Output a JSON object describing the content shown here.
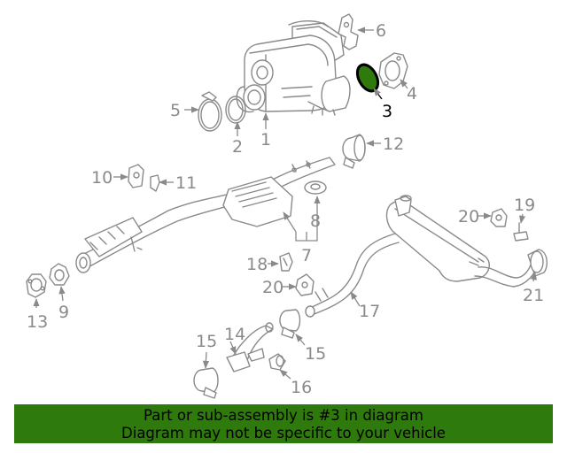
{
  "highlight": {
    "part": "3",
    "color": "#2f7a0c"
  },
  "callouts": [
    "1",
    "2",
    "3",
    "4",
    "5",
    "6",
    "7",
    "8",
    "9",
    "10",
    "11",
    "12",
    "13",
    "14",
    "15",
    "15",
    "16",
    "17",
    "18",
    "19",
    "20",
    "20",
    "21"
  ],
  "banner": {
    "line1": "Part or sub-assembly is #3 in diagram",
    "line2": "Diagram may not be specific to your vehicle",
    "color": "#2f7a0c"
  }
}
